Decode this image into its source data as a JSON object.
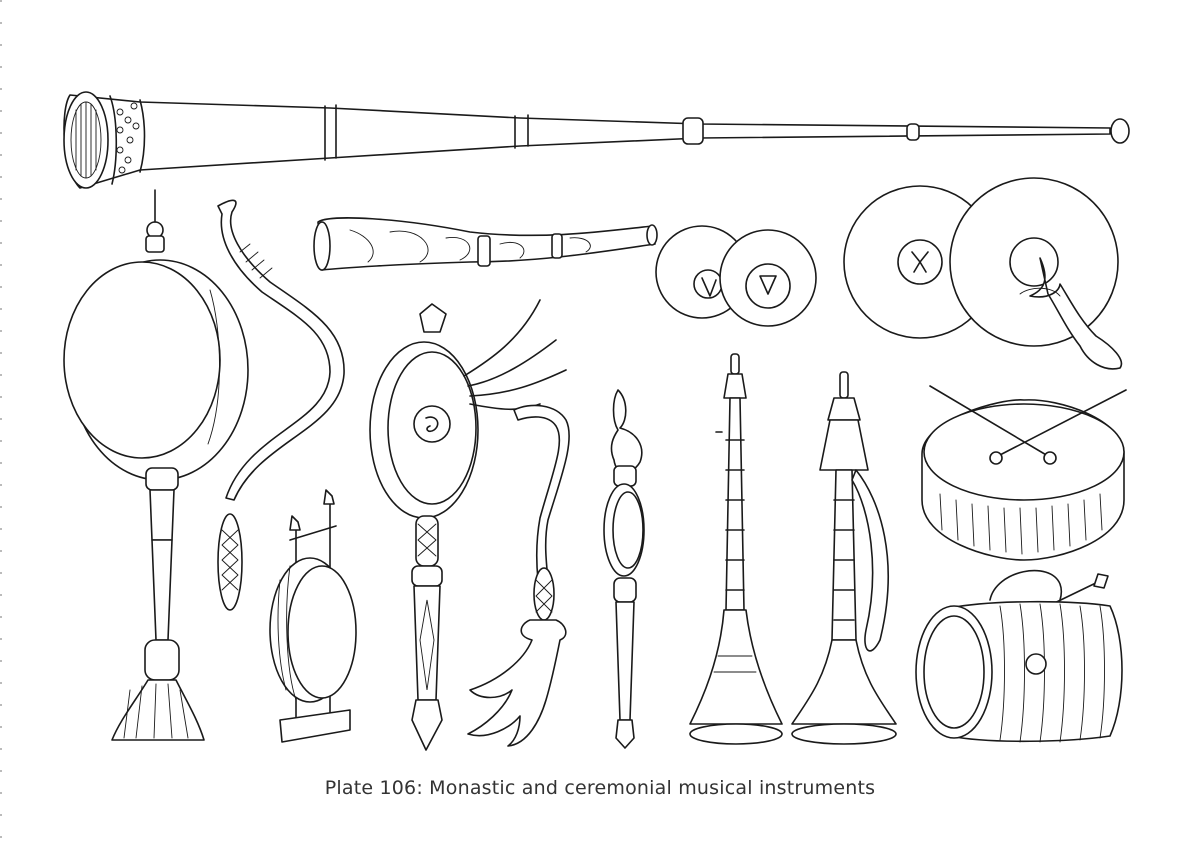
{
  "plate": {
    "caption": "Plate 106: Monastic and ceremonial musical instruments"
  },
  "colors": {
    "ink": "#1a1a1a",
    "paper": "#ffffff",
    "caption_text": "#333333"
  },
  "instruments": [
    {
      "name": "long-horn-illustration"
    },
    {
      "name": "carved-short-horn-illustration"
    },
    {
      "name": "small-cymbals-illustration"
    },
    {
      "name": "large-cymbals-illustration"
    },
    {
      "name": "hanging-frame-drum-illustration"
    },
    {
      "name": "curved-drumstick-illustration"
    },
    {
      "name": "gong-stand-illustration"
    },
    {
      "name": "handle-drum-with-streamers-illustration"
    },
    {
      "name": "curved-beater-illustration"
    },
    {
      "name": "damaru-handle-drum-illustration"
    },
    {
      "name": "oboe-illustration"
    },
    {
      "name": "oboe-with-scarf-illustration"
    },
    {
      "name": "kettle-drum-with-sticks-illustration"
    },
    {
      "name": "barrel-drum-illustration"
    }
  ]
}
